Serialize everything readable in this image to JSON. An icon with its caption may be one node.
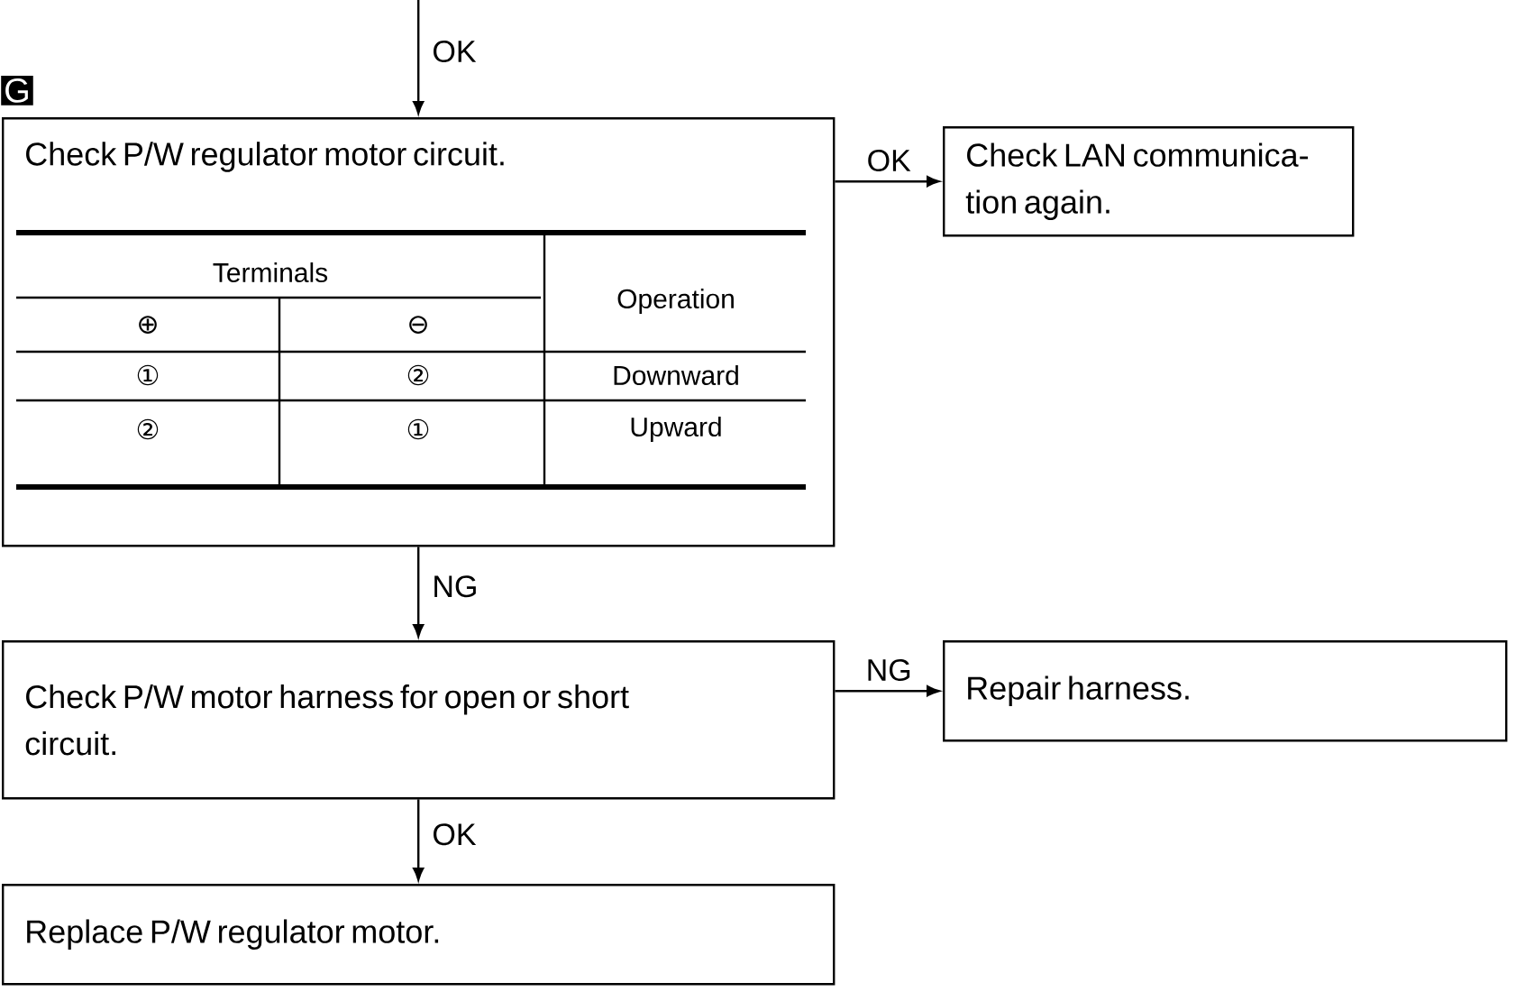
{
  "diagram": {
    "nodes": [
      {
        "text": [
          "Check P/W regulator motor circuit."
        ],
        "beside": [
          "G"
        ]
      },
      {
        "text": [
          "Check LAN communica- tion again."
        ]
      },
      {
        "text": [
          "Check P/W motor harness for open or short circuit."
        ]
      },
      {
        "text": [
          "Repair harness."
        ]
      },
      {
        "text": [
          "Replace P/W regulator motor."
        ]
      }
    ],
    "edges": [
      {
        "from": null,
        "to": 0,
        "arrow": "to",
        "label": "OK"
      },
      {
        "from": 0,
        "to": 1,
        "arrow": "to",
        "label": "OK"
      },
      {
        "from": 0,
        "to": 2,
        "arrow": "to",
        "label": "NG"
      },
      {
        "from": 2,
        "to": 3,
        "arrow": "to",
        "label": "NG"
      },
      {
        "from": 2,
        "to": 4,
        "arrow": "to",
        "label": "OK"
      }
    ],
    "labels": [
      "Terminals",
      "Operation",
      "⊕",
      "⊖",
      "①",
      "②",
      "Downward",
      "②",
      "①",
      "Upward"
    ]
  }
}
